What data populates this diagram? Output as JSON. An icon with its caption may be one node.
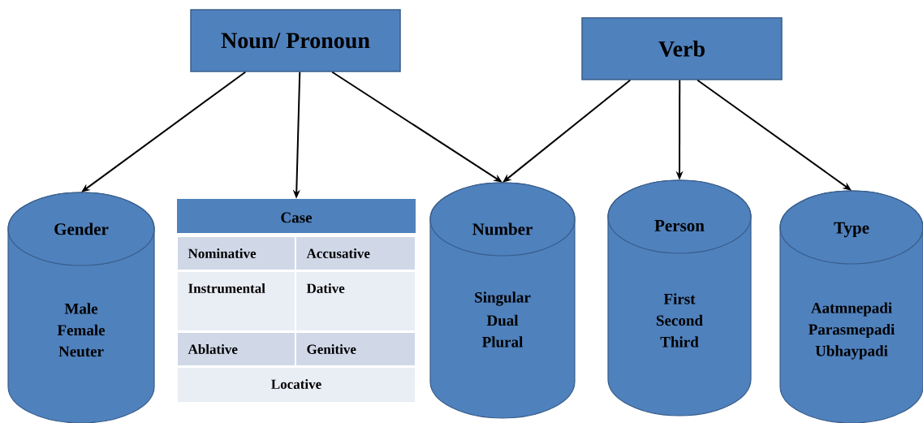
{
  "diagram": {
    "nodes": [
      {
        "text": [
          "Noun/ Pronoun"
        ]
      },
      {
        "text": [
          "Verb"
        ]
      },
      {
        "text": [
          "Gender",
          "Male",
          "Female",
          "Neuter"
        ]
      },
      {
        "text": [
          "Case"
        ]
      },
      {
        "text": [
          "Number",
          "Singular",
          "Dual",
          "Plural"
        ]
      },
      {
        "text": [
          "Person",
          "First",
          "Second",
          "Third"
        ]
      },
      {
        "text": [
          "Type",
          "Aatmnepadi",
          "Parasmepadi",
          "Ubhaypadi"
        ]
      }
    ],
    "edges": [
      {
        "from": 0,
        "to": 2,
        "arrow": "to"
      },
      {
        "from": 0,
        "to": 3,
        "arrow": "to"
      },
      {
        "from": 0,
        "to": 4,
        "arrow": "to"
      },
      {
        "from": 1,
        "to": 4,
        "arrow": "to"
      },
      {
        "from": 1,
        "to": 5,
        "arrow": "to"
      },
      {
        "from": 1,
        "to": 6,
        "arrow": "to"
      }
    ],
    "labels": [
      "Nominative",
      "Accusative",
      "Instrumental",
      "Dative",
      "Ablative",
      "Genitive",
      "Locative"
    ]
  }
}
